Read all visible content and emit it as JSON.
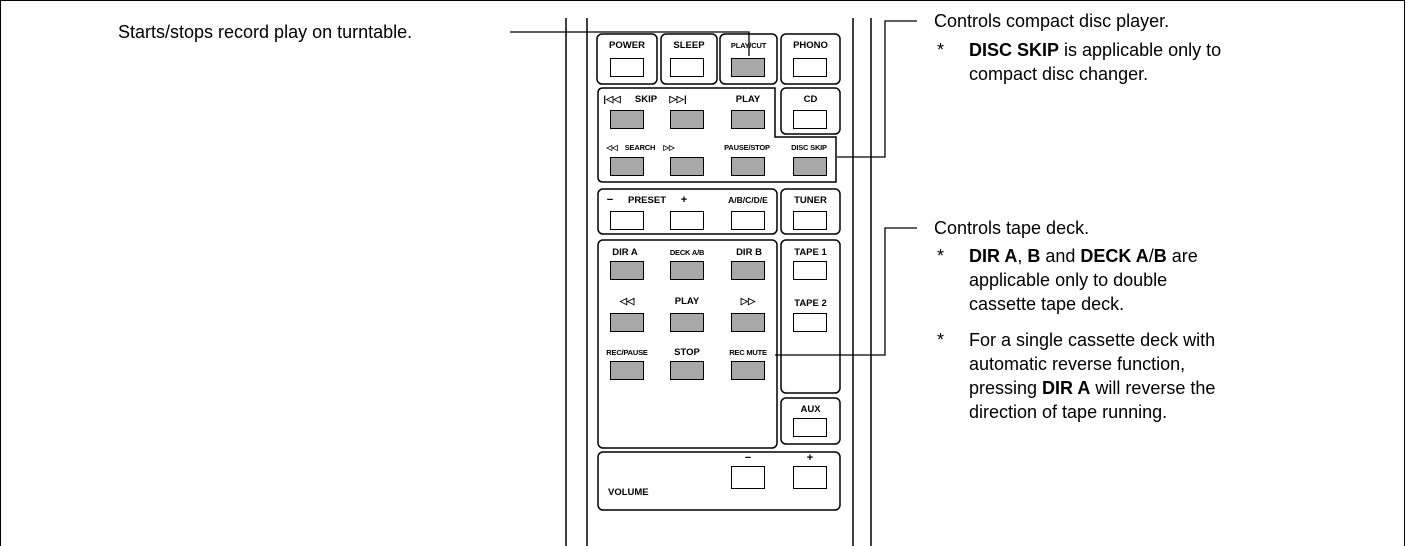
{
  "callouts": {
    "turntable": "Starts/stops record play on turntable.",
    "cd_title": "Controls compact disc player.",
    "cd_note": {
      "star": "*",
      "bold": "DISC SKIP",
      "rest1": " is applicable only to",
      "line2": "compact disc changer."
    },
    "tape_title": "Controls tape deck.",
    "tape_note1": {
      "star": "*",
      "b1": "DIR A",
      "t1": ", ",
      "b2": "B",
      "t2": " and ",
      "b3": "DECK A",
      "t3": "/",
      "b4": "B",
      "t4": " are",
      "line2": "applicable only to double",
      "line3": "cassette tape deck."
    },
    "tape_note2": {
      "star": "*",
      "line1": "For a single cassette deck with",
      "line2": "automatic reverse function,",
      "pre3": "pressing ",
      "b3": "DIR A",
      "post3": " will reverse the",
      "line4": "direction of tape running."
    }
  },
  "remote": {
    "top_row": [
      "POWER",
      "SLEEP",
      "PLAY/CUT",
      "PHONO"
    ],
    "cd_section": {
      "skip": "SKIP",
      "play": "PLAY",
      "cd": "CD",
      "search": "SEARCH",
      "pause_stop": "PAUSE/STOP",
      "disc_skip": "DISC SKIP"
    },
    "tuner_section": {
      "minus": "−",
      "preset": "PRESET",
      "plus": "+",
      "abcde": "A/B/C/D/E",
      "tuner": "TUNER"
    },
    "tape_section": {
      "dir_a": "DIR A",
      "deck_ab": "DECK A/B",
      "dir_b": "DIR B",
      "tape1": "TAPE 1",
      "play": "PLAY",
      "tape2": "TAPE 2",
      "rec_pause": "REC/PAUSE",
      "stop": "STOP",
      "rec_mute": "REC MUTE",
      "aux": "AUX"
    },
    "volume": {
      "label": "VOLUME",
      "minus": "−",
      "plus": "+"
    }
  }
}
